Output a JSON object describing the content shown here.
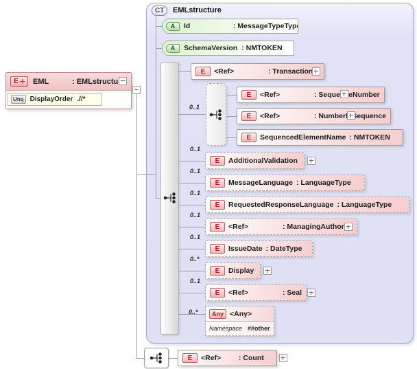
{
  "eml": {
    "badge": "E",
    "name": "EML",
    "type": ": EMLstructure",
    "unique": {
      "badge": "Unq",
      "name": "DisplayOrder",
      "selector": ".//*"
    }
  },
  "complex_type": {
    "badge": "CT",
    "title": "EMLstructure",
    "attributes": [
      {
        "badge": "A",
        "name": "Id",
        "type": ": MessageTypeType"
      },
      {
        "badge": "A",
        "name": "SchemaVersion",
        "type": ": NMTOKEN"
      }
    ],
    "elements": {
      "transaction_id": {
        "badge": "E",
        "name": "<Ref>",
        "type": ": TransactionId"
      },
      "sequence_group": {
        "occurs": "0..1",
        "children": {
          "sequence_number": {
            "badge": "E",
            "name": "<Ref>",
            "type": ": SequenceNumber"
          },
          "number_in_sequence": {
            "badge": "E",
            "name": "<Ref>",
            "type": ": NumberInSequence"
          },
          "sequenced_element_name": {
            "badge": "E",
            "name": "SequencedElementName",
            "type": ": NMTOKEN"
          }
        }
      },
      "additional_validation": {
        "badge": "E",
        "name": "AdditionalValidation",
        "occurs": "0..1"
      },
      "message_language": {
        "badge": "E",
        "name": "MessageLanguage",
        "type": ": LanguageType",
        "occurs": "0..1"
      },
      "requested_response_language": {
        "badge": "E",
        "name": "RequestedResponseLanguage",
        "type": ": LanguageType",
        "occurs": "0..1"
      },
      "managing_authority": {
        "badge": "E",
        "name": "<Ref>",
        "type": ": ManagingAuthority",
        "occurs": "0..1"
      },
      "issue_date": {
        "badge": "E",
        "name": "IssueDate",
        "type": ": DateType",
        "occurs": "0..1"
      },
      "display": {
        "badge": "E",
        "name": "Display",
        "occurs": "0..*"
      },
      "seal": {
        "badge": "E",
        "name": "<Ref>",
        "type": ": Seal",
        "occurs": "0..1"
      },
      "any": {
        "badge": "Any",
        "name": "<Any>",
        "occurs": "0..*",
        "namespace_label": "Namespace",
        "namespace_value": "##other"
      }
    }
  },
  "count_element": {
    "badge": "E",
    "name": "<Ref>",
    "type": ": Count"
  }
}
